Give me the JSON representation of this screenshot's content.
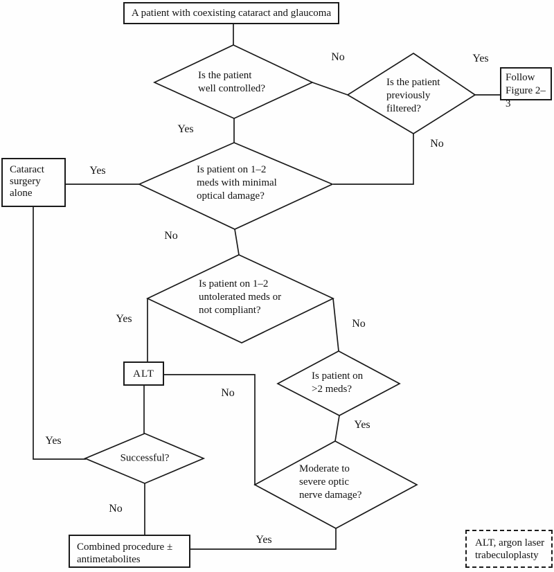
{
  "flowchart": {
    "start": "A patient with coexisting cataract and glaucoma",
    "decisions": {
      "well_controlled": "Is the patient\nwell controlled?",
      "previously_filtered": "Is the patient\npreviously\nfiltered?",
      "meds_minimal_damage": "Is patient on 1–2\nmeds with minimal\noptical damage?",
      "untolerated_meds": "Is patient on 1–2\nuntolerated meds or\nnot compliant?",
      "more_than_two_meds": "Is patient on\n>2 meds?",
      "optic_nerve_damage": "Moderate to\nsevere optic\nnerve damage?",
      "successful": "Successful?"
    },
    "outcomes": {
      "follow_figure": "Follow\nFigure 2–3",
      "cataract_surgery_alone": "Cataract\nsurgery\nalone",
      "alt": "ALT",
      "combined_procedure": "Combined procedure ±\nantimetabolites"
    },
    "legend": "ALT, argon laser\ntrabeculoplasty",
    "edge_labels": {
      "well_controlled_no": "No",
      "well_controlled_yes": "Yes",
      "previously_filtered_yes": "Yes",
      "previously_filtered_no": "No",
      "meds_minimal_yes": "Yes",
      "meds_minimal_no": "No",
      "untolerated_yes": "Yes",
      "untolerated_no": "No",
      "more_than_two_yes": "Yes",
      "alt_fail_no": "No",
      "successful_yes": "Yes",
      "successful_no": "No",
      "optic_damage_yes": "Yes"
    },
    "line_color": "#1a1a1a"
  }
}
